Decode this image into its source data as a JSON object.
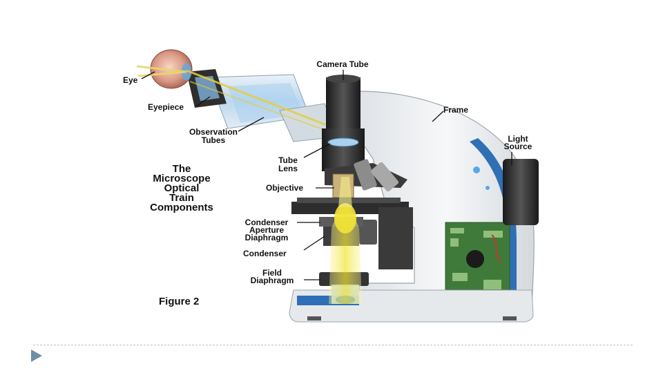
{
  "diagram": {
    "title_lines": [
      "The",
      "Microscope",
      "Optical",
      "Train",
      "Components"
    ],
    "figure_caption": "Figure 2",
    "labels": {
      "eye": "Eye",
      "eyepiece": "Eyepiece",
      "observation_tubes": [
        "Observation",
        "Tubes"
      ],
      "camera_tube": "Camera Tube",
      "frame": "Frame",
      "light_source": [
        "Light",
        "Source"
      ],
      "tube_lens": [
        "Tube",
        "Lens"
      ],
      "objective": "Objective",
      "condenser_aperture_diaphragm": [
        "Condenser",
        "Aperture",
        "Diaphragm"
      ],
      "condenser": "Condenser",
      "field_diaphragm": [
        "Field",
        "Diaphragm"
      ]
    }
  },
  "colors": {
    "light_beam": "#f5ec5a",
    "tube_blue": "#a9d0ef",
    "body_white": "#f1f3f5",
    "accent_blue": "#2f6fb5",
    "dark_part": "#2b2b2b",
    "circuit_green": "#3f7a3a"
  }
}
